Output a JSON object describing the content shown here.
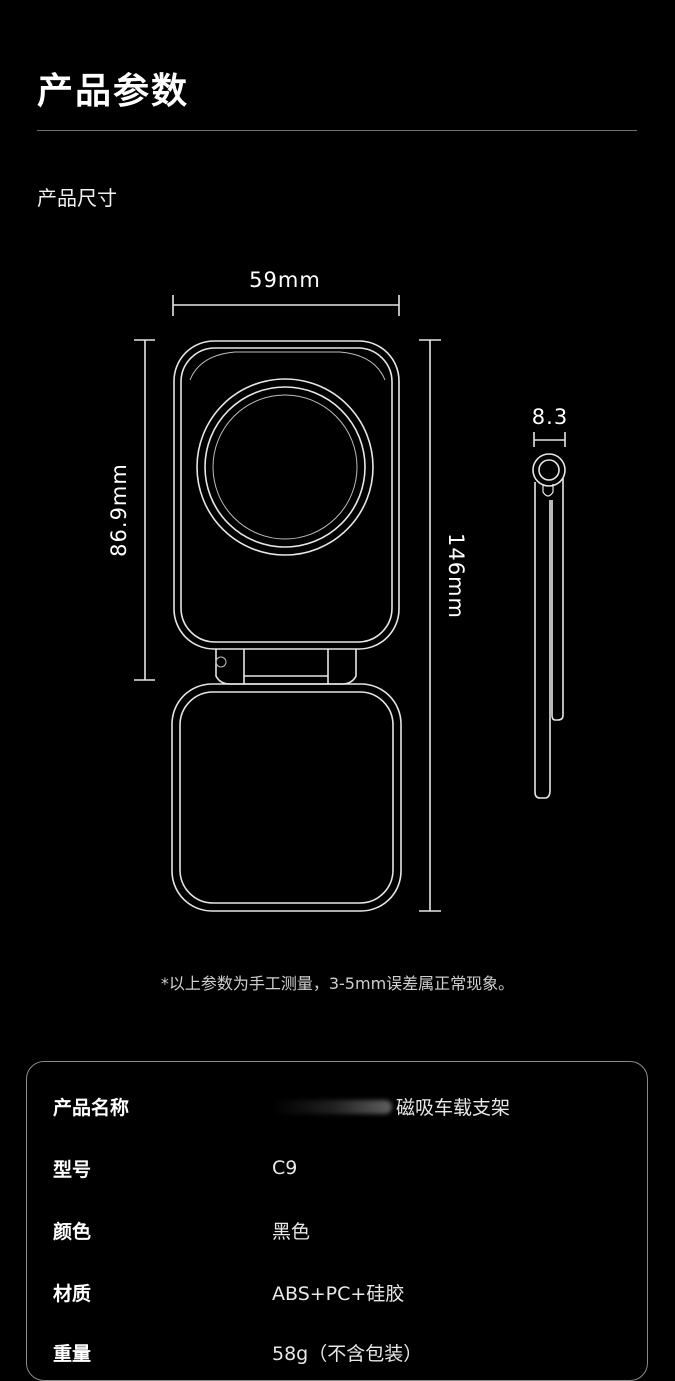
{
  "header": {
    "title": "产品参数",
    "section_label": "产品尺寸"
  },
  "dimensions": {
    "width": "59mm",
    "height_top": "86.9mm",
    "height_total": "146mm",
    "thickness": "8.3"
  },
  "note": "*以上参数为手工测量，3-5mm误差属正常现象。",
  "specs": [
    {
      "key": "产品名称",
      "value": "磁吸车载支架"
    },
    {
      "key": "型号",
      "value": "C9"
    },
    {
      "key": "颜色",
      "value": "黑色"
    },
    {
      "key": "材质",
      "value": "ABS+PC+硅胶"
    },
    {
      "key": "重量",
      "value": "58g（不含包装）"
    }
  ],
  "colors": {
    "background": "#000000",
    "text": "#ffffff",
    "line": "#d9d9d9"
  }
}
